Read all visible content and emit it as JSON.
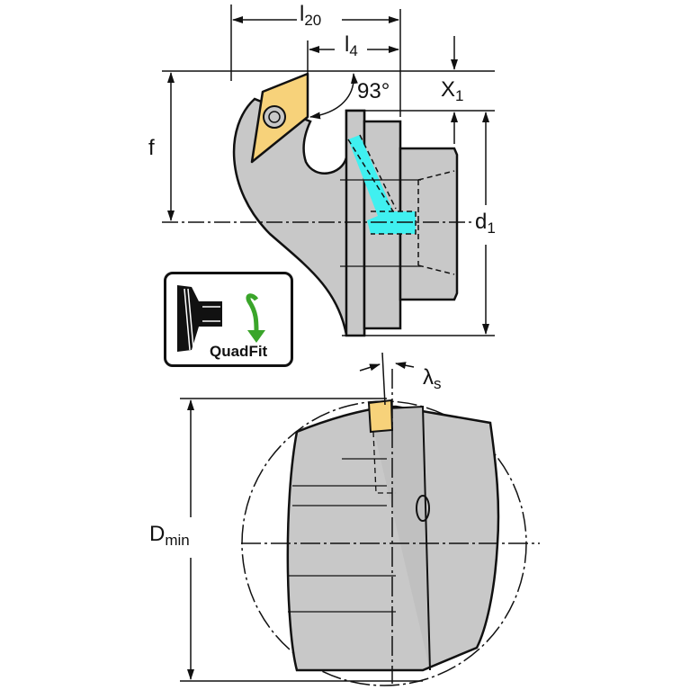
{
  "labels": {
    "l20": {
      "main": "l",
      "sub": "20"
    },
    "l4": {
      "main": "l",
      "sub": "4"
    },
    "x1": {
      "main": "X",
      "sub": "1"
    },
    "angle": "93°",
    "f": "f",
    "d1": {
      "main": "d",
      "sub": "1"
    },
    "lambda_s": {
      "main": "λ",
      "sub": "s"
    },
    "dmin": {
      "main": "D",
      "sub": "min"
    }
  },
  "badge": {
    "text": "QuadFit"
  },
  "colors": {
    "body": "#c8c8c8",
    "insert": "#f7d27a",
    "coolant": "#40f0f0",
    "arrow": "#3aa52a"
  }
}
